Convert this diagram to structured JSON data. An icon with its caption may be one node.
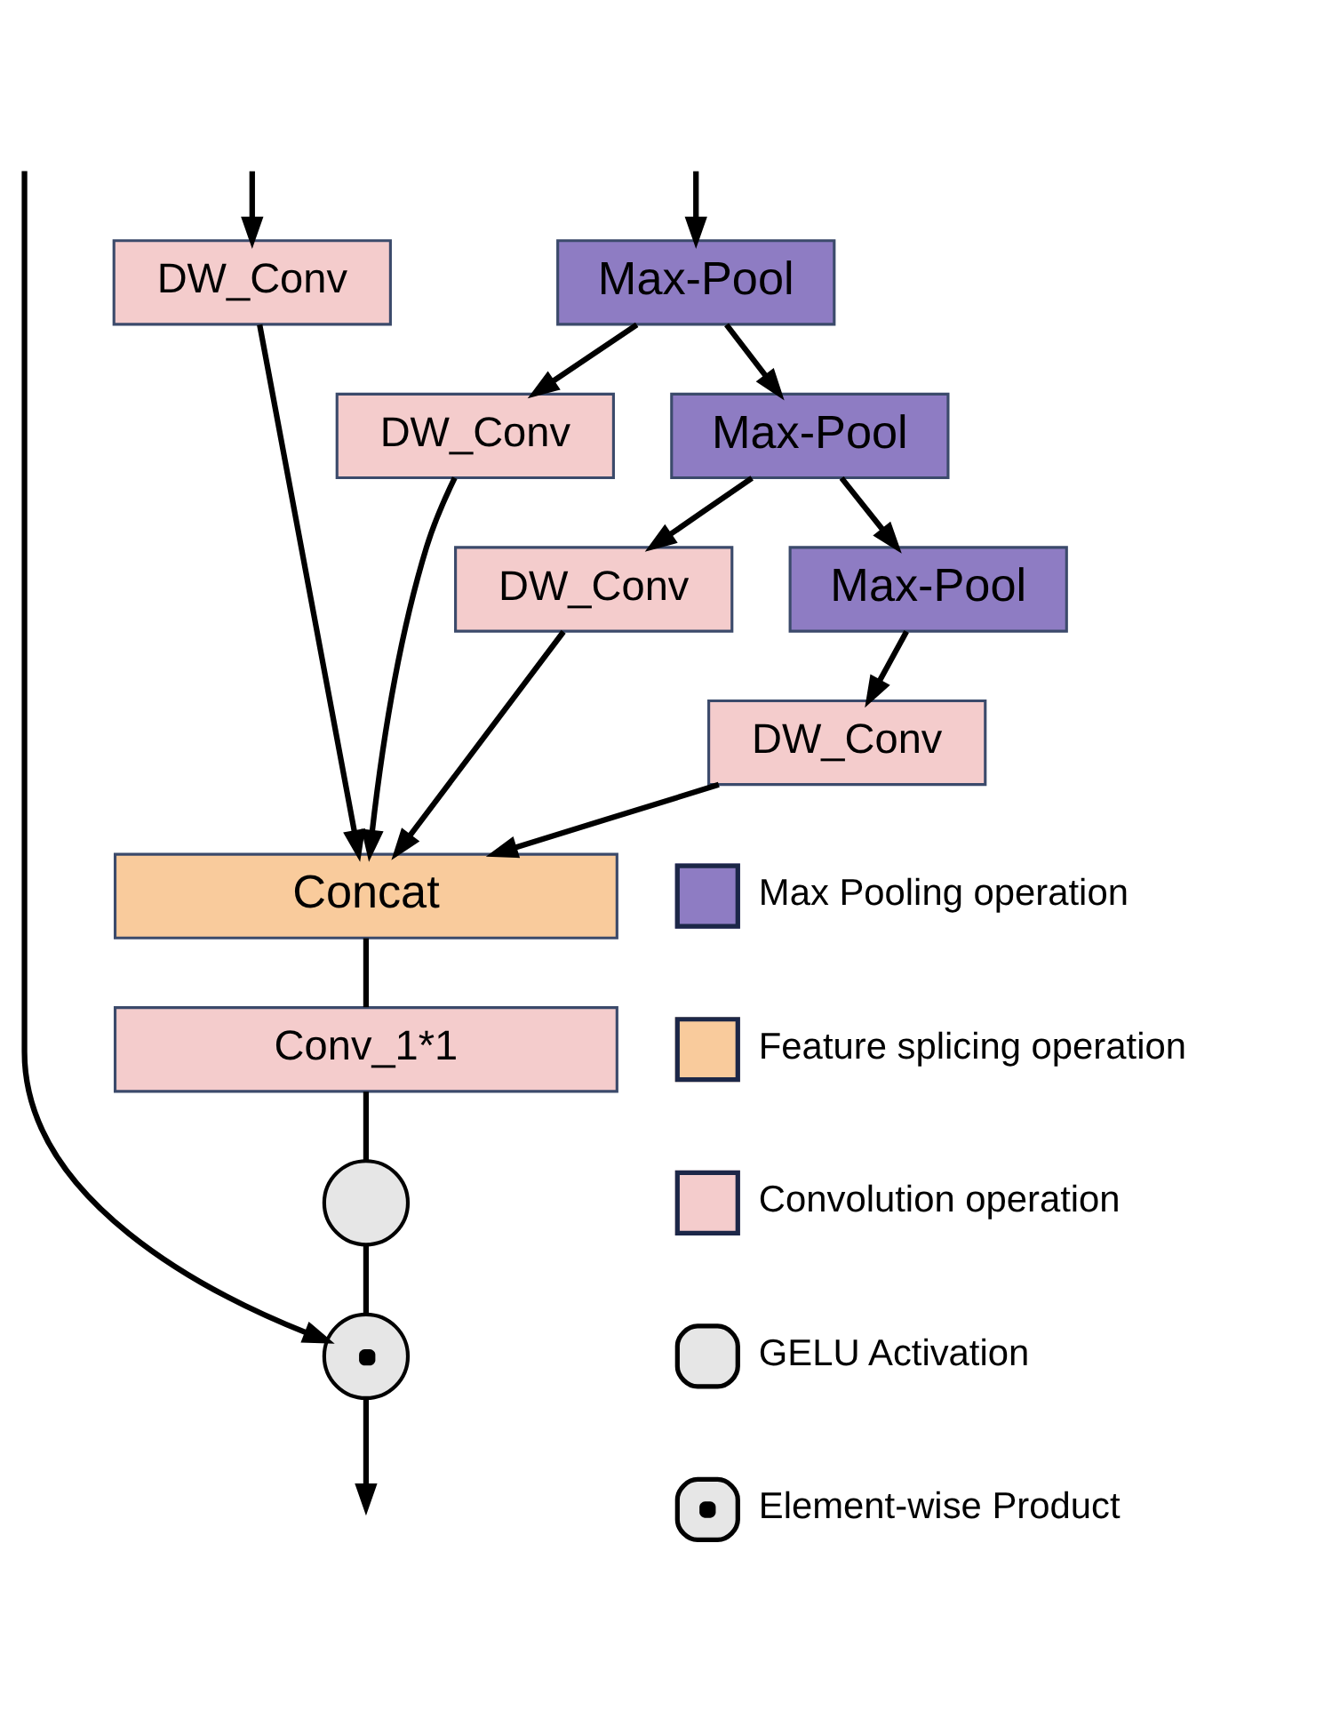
{
  "diagram": {
    "nodes": [
      {
        "text": [
          "DW_Conv"
        ]
      },
      {
        "text": [
          "Max-Pool"
        ]
      },
      {
        "text": [
          "DW_Conv"
        ]
      },
      {
        "text": [
          "Max-Pool"
        ]
      },
      {
        "text": [
          "DW_Conv"
        ]
      },
      {
        "text": [
          "Max-Pool"
        ]
      },
      {
        "text": [
          "DW_Conv"
        ]
      },
      {
        "text": [
          "Concat"
        ]
      },
      {
        "text": [
          "Conv_1*1"
        ]
      },
      {
        "text": [],
        "shape": "circle"
      },
      {
        "text": [],
        "shape": "circle"
      }
    ],
    "edges": [
      {
        "from": null,
        "to": 10,
        "arrow": "to"
      },
      {
        "from": null,
        "to": 0,
        "arrow": "to"
      },
      {
        "from": null,
        "to": 1,
        "arrow": "to"
      },
      {
        "from": 1,
        "to": 2,
        "arrow": "to"
      },
      {
        "from": 1,
        "to": 3,
        "arrow": "to"
      },
      {
        "from": 3,
        "to": 4,
        "arrow": "to"
      },
      {
        "from": 3,
        "to": 5,
        "arrow": "to"
      },
      {
        "from": 5,
        "to": 6,
        "arrow": "to"
      },
      {
        "from": 0,
        "to": 7,
        "arrow": "to"
      },
      {
        "from": 2,
        "to": 7,
        "arrow": "to"
      },
      {
        "from": 4,
        "to": 7,
        "arrow": "to"
      },
      {
        "from": 6,
        "to": 7,
        "arrow": "to"
      },
      {
        "from": 7,
        "to": 8,
        "arrow": "none"
      },
      {
        "from": 8,
        "to": 9,
        "arrow": "none"
      },
      {
        "from": 9,
        "to": 10,
        "arrow": "none"
      },
      {
        "from": 10,
        "to": null,
        "arrow": "to"
      }
    ],
    "legend": [
      {
        "text": "Max Pooling operation",
        "color": "#8e7cc3"
      },
      {
        "text": "Feature splicing operation",
        "color": "#f9cb9c"
      },
      {
        "text": "Convolution operation",
        "color": "#f4cccc"
      },
      {
        "text": "GELU Activation"
      },
      {
        "text": "Element-wise Product"
      }
    ]
  }
}
